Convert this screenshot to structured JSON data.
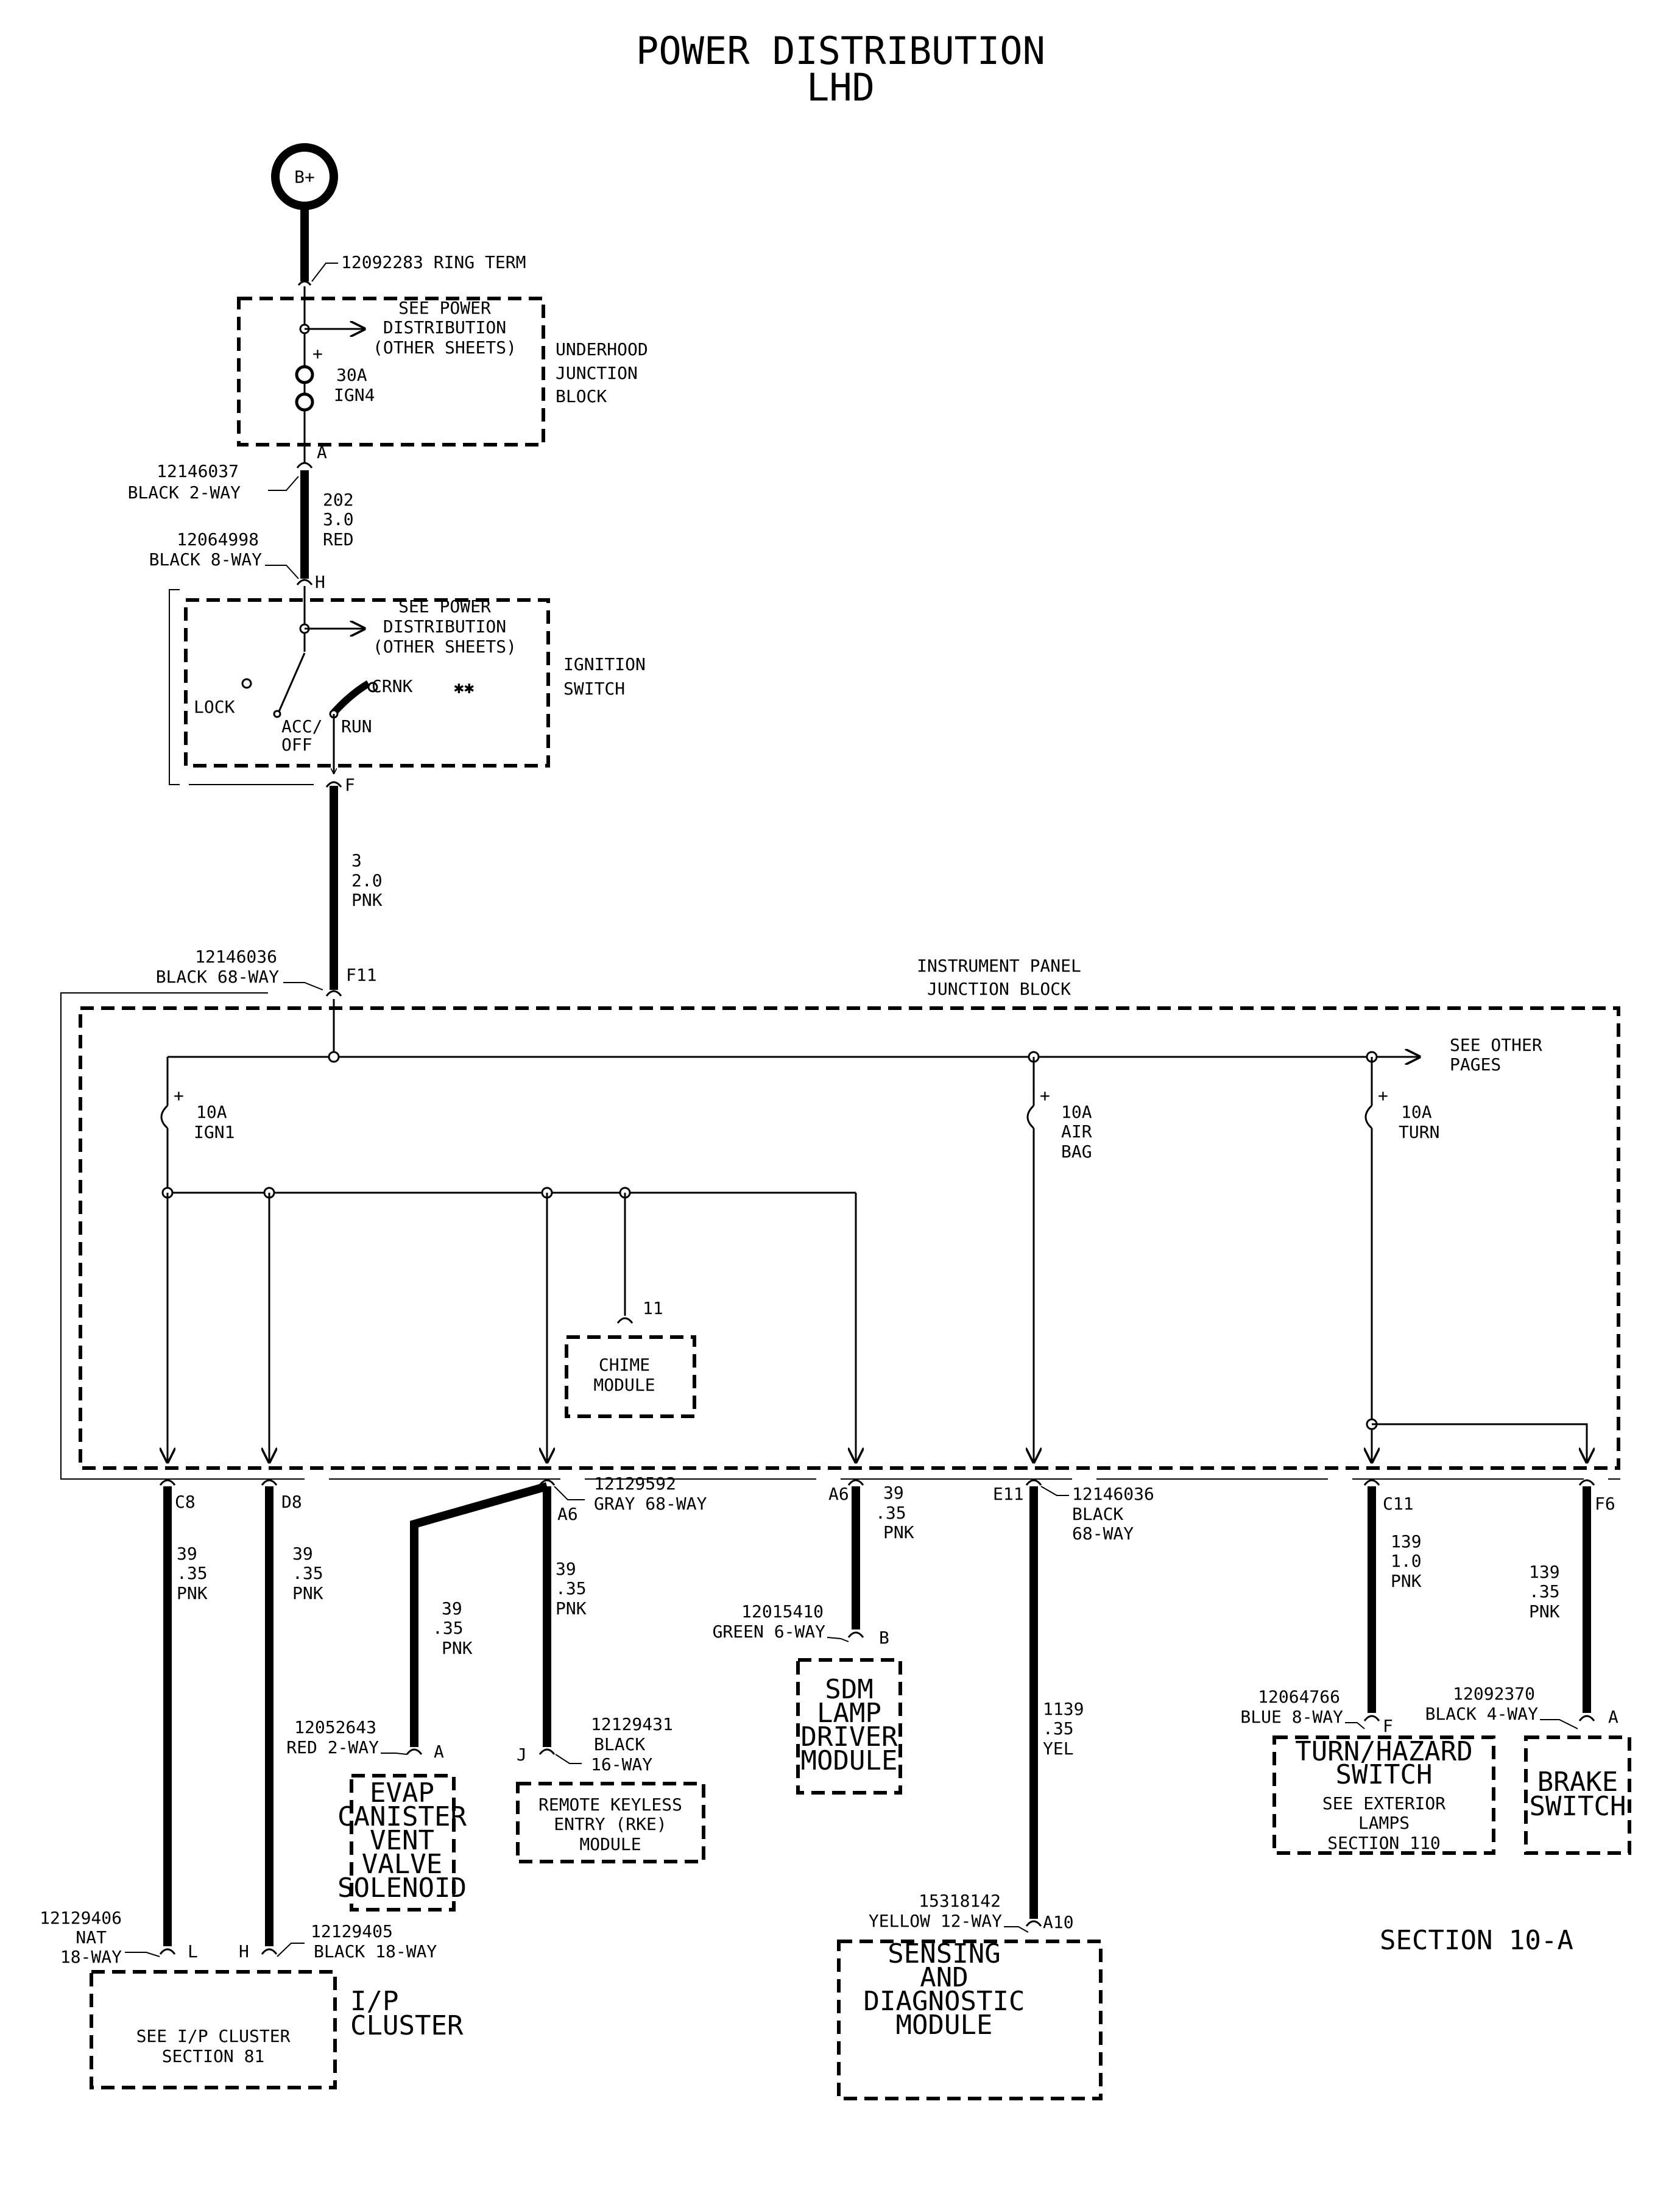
{
  "title": {
    "line1": "POWER DISTRIBUTION",
    "line2": "LHD"
  },
  "section": "SECTION 10-A",
  "source": {
    "label": "B+"
  },
  "ring_term": "12092283  RING TERM",
  "underhood": {
    "see": [
      "SEE POWER",
      "DISTRIBUTION",
      "(OTHER SHEETS)"
    ],
    "fuse_amp": "30A",
    "fuse_name": "IGN4",
    "plus": "+",
    "name": [
      "UNDERHOOD",
      "JUNCTION",
      "BLOCK"
    ],
    "pin": "A"
  },
  "conn_12146037": [
    "12146037",
    "BLACK 2-WAY"
  ],
  "wire_202": [
    "202",
    "3.0",
    "RED"
  ],
  "conn_12064998": [
    "12064998",
    "BLACK 8-WAY"
  ],
  "pin_H": "H",
  "ignition": {
    "see": [
      "SEE POWER",
      "DISTRIBUTION",
      "(OTHER SHEETS)"
    ],
    "name": [
      "IGNITION",
      "SWITCH"
    ],
    "lock": "LOCK",
    "acc": [
      "ACC/",
      "OFF"
    ],
    "run": "RUN",
    "crnk": "CRNK",
    "pin": "F"
  },
  "wire_3": [
    "3",
    "2.0",
    "PNK"
  ],
  "conn_12146036_top": [
    "12146036",
    "BLACK 68-WAY"
  ],
  "pin_F11": "F11",
  "ipjb": {
    "name": [
      "INSTRUMENT PANEL",
      "JUNCTION BLOCK"
    ],
    "see_other": [
      "SEE OTHER",
      "PAGES"
    ],
    "fuse_ign1": [
      "10A",
      "IGN1"
    ],
    "fuse_airbag": [
      "10A",
      "AIR",
      "BAG"
    ],
    "fuse_turn": [
      "10A",
      "TURN"
    ],
    "plus": "+"
  },
  "chime": {
    "pin": "11",
    "name": [
      "CHIME",
      "MODULE"
    ]
  },
  "pins": {
    "c8": "C8",
    "d8": "D8",
    "a6": "A6",
    "a6b": "A6",
    "e11": "E11",
    "c11": "C11",
    "f6": "F6"
  },
  "conn_12129592": [
    "12129592",
    "GRAY 68-WAY"
  ],
  "conn_12146036_bot": [
    "12146036",
    "BLACK",
    "68-WAY"
  ],
  "wires": {
    "c8": [
      "39",
      ".35",
      "PNK"
    ],
    "d8": [
      "39",
      ".35",
      "PNK"
    ],
    "evap": [
      "39",
      ".35",
      "PNK"
    ],
    "rke": [
      "39",
      ".35",
      "PNK"
    ],
    "sdm": [
      "39",
      ".35",
      "PNK"
    ],
    "airbag": [
      "1139",
      ".35",
      "YEL"
    ],
    "turn": [
      "139",
      "1.0",
      "PNK"
    ],
    "brake": [
      "139",
      ".35",
      "PNK"
    ]
  },
  "evap": {
    "conn": [
      "12052643",
      "RED 2-WAY"
    ],
    "pin": "A",
    "name": [
      "EVAP",
      "CANISTER",
      "VENT",
      "VALVE",
      "SOLENOID"
    ]
  },
  "rke": {
    "conn": [
      "12129431",
      "BLACK",
      "16-WAY"
    ],
    "pin": "J",
    "name": [
      "REMOTE KEYLESS",
      "ENTRY (RKE)",
      "MODULE"
    ]
  },
  "sdm_lamp": {
    "conn": [
      "12015410",
      "GREEN 6-WAY"
    ],
    "pin": "B",
    "name": [
      "SDM",
      "LAMP",
      "DRIVER",
      "MODULE"
    ]
  },
  "sdm": {
    "conn": [
      "15318142",
      "YELLOW 12-WAY"
    ],
    "pin": "A10",
    "name": [
      "SENSING",
      "AND",
      "DIAGNOSTIC",
      "MODULE"
    ]
  },
  "turn_hazard": {
    "conn": [
      "12064766",
      "BLUE 8-WAY"
    ],
    "pin": "F",
    "name": [
      "TURN/HAZARD",
      "SWITCH",
      "SEE EXTERIOR",
      "LAMPS",
      "SECTION 110"
    ]
  },
  "brake": {
    "conn": [
      "12092370",
      "BLACK 4-WAY"
    ],
    "pin": "A",
    "name": [
      "BRAKE",
      "SWITCH"
    ]
  },
  "cluster": {
    "conn_l": [
      "12129406",
      "NAT",
      "18-WAY"
    ],
    "pin_l": "L",
    "conn_h": [
      "12129405",
      "BLACK 18-WAY"
    ],
    "pin_h": "H",
    "see": [
      "SEE I/P CLUSTER",
      "SECTION 81"
    ],
    "name": [
      "I/P",
      "CLUSTER"
    ]
  }
}
